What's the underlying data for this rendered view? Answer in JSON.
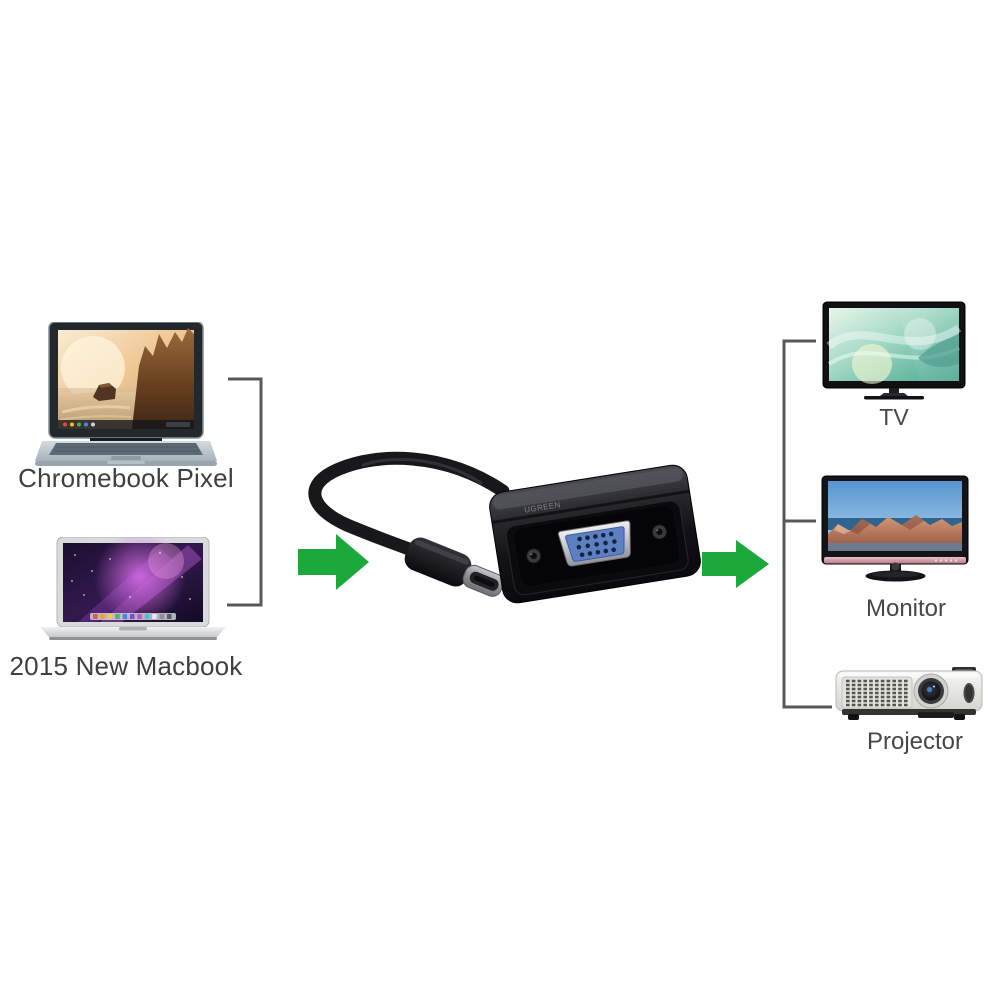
{
  "colors": {
    "background": "#ffffff",
    "arrow_green": "#1ca93b",
    "bracket_line": "#57585a",
    "label_text": "#3f3f3f"
  },
  "sources": [
    {
      "id": "chromebook-pixel",
      "label": "Chromebook Pixel"
    },
    {
      "id": "macbook-2015",
      "label": "2015 New Macbook"
    }
  ],
  "adapter": {
    "id": "usb-c-to-vga-adapter",
    "brand_label": "UGREEN"
  },
  "outputs": [
    {
      "id": "tv",
      "label": "TV"
    },
    {
      "id": "monitor",
      "label": "Monitor"
    },
    {
      "id": "projector",
      "label": "Projector"
    }
  ]
}
